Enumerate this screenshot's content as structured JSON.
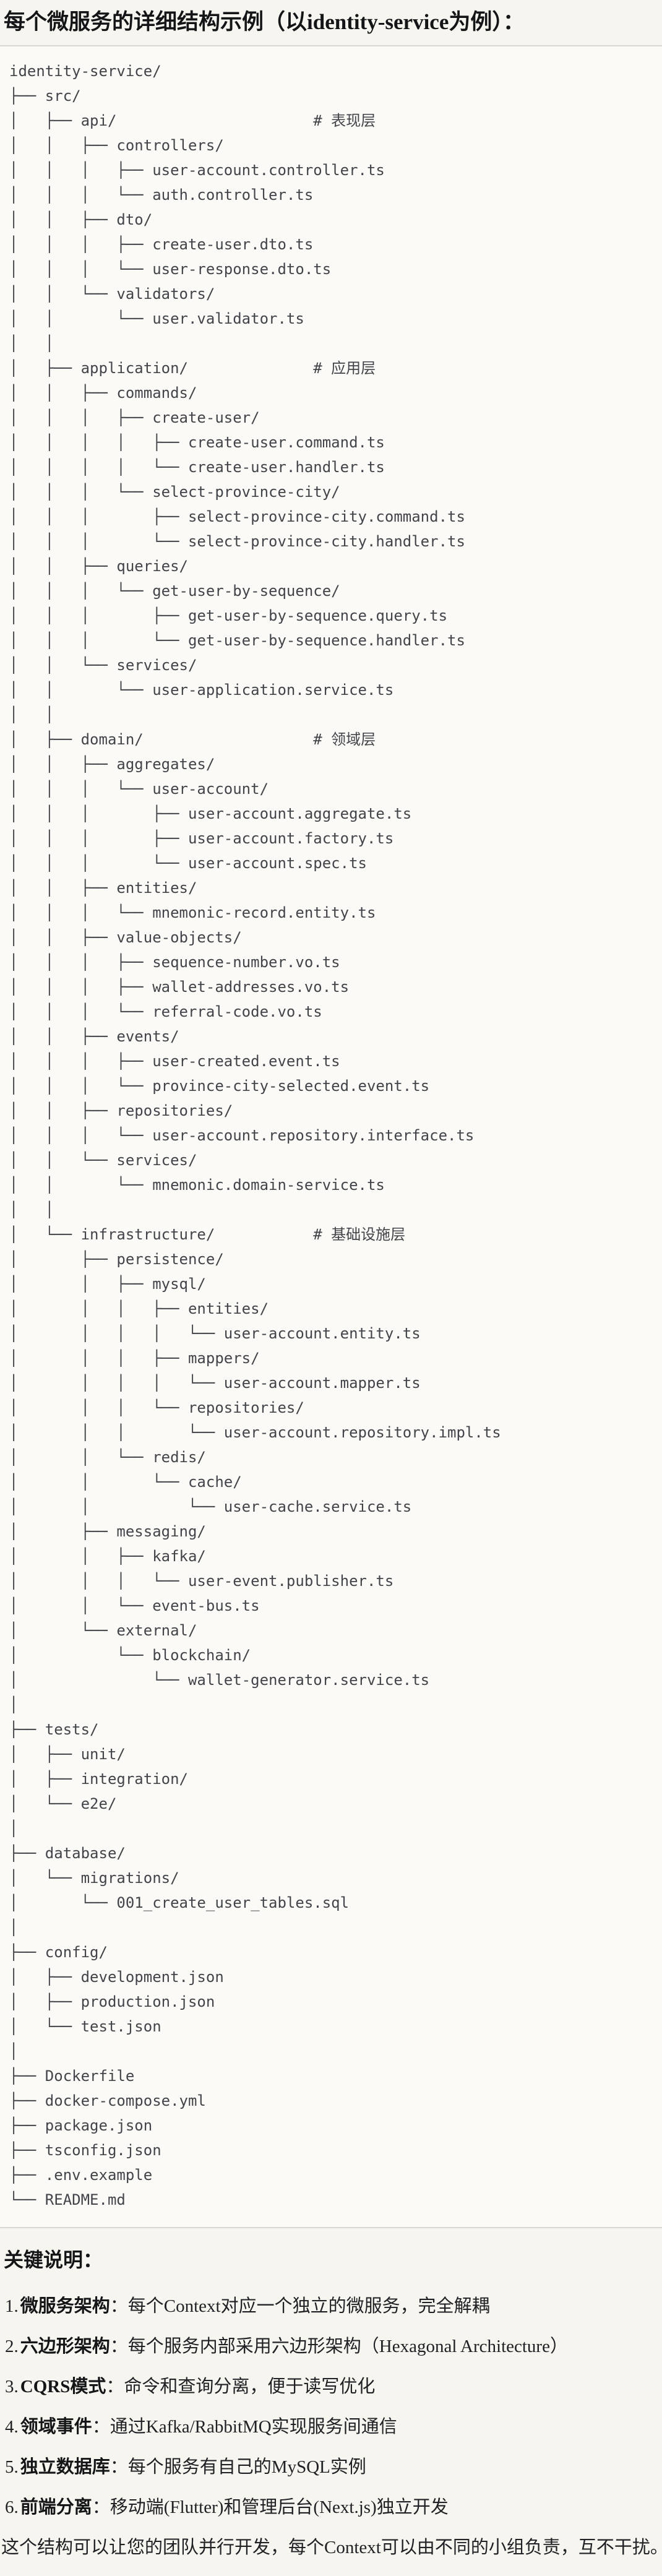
{
  "page": {
    "title": "每个微服务的详细结构示例（以identity-service为例）："
  },
  "tree": {
    "lines": [
      "identity-service/",
      "├── src/",
      "│   ├── api/                      # 表现层",
      "│   │   ├── controllers/",
      "│   │   │   ├── user-account.controller.ts",
      "│   │   │   └── auth.controller.ts",
      "│   │   ├── dto/",
      "│   │   │   ├── create-user.dto.ts",
      "│   │   │   └── user-response.dto.ts",
      "│   │   └── validators/",
      "│   │       └── user.validator.ts",
      "│   │",
      "│   ├── application/              # 应用层",
      "│   │   ├── commands/",
      "│   │   │   ├── create-user/",
      "│   │   │   │   ├── create-user.command.ts",
      "│   │   │   │   └── create-user.handler.ts",
      "│   │   │   └── select-province-city/",
      "│   │   │       ├── select-province-city.command.ts",
      "│   │   │       └── select-province-city.handler.ts",
      "│   │   ├── queries/",
      "│   │   │   └── get-user-by-sequence/",
      "│   │   │       ├── get-user-by-sequence.query.ts",
      "│   │   │       └── get-user-by-sequence.handler.ts",
      "│   │   └── services/",
      "│   │       └── user-application.service.ts",
      "│   │",
      "│   ├── domain/                   # 领域层",
      "│   │   ├── aggregates/",
      "│   │   │   └── user-account/",
      "│   │   │       ├── user-account.aggregate.ts",
      "│   │   │       ├── user-account.factory.ts",
      "│   │   │       └── user-account.spec.ts",
      "│   │   ├── entities/",
      "│   │   │   └── mnemonic-record.entity.ts",
      "│   │   ├── value-objects/",
      "│   │   │   ├── sequence-number.vo.ts",
      "│   │   │   ├── wallet-addresses.vo.ts",
      "│   │   │   └── referral-code.vo.ts",
      "│   │   ├── events/",
      "│   │   │   ├── user-created.event.ts",
      "│   │   │   └── province-city-selected.event.ts",
      "│   │   ├── repositories/",
      "│   │   │   └── user-account.repository.interface.ts",
      "│   │   └── services/",
      "│   │       └── mnemonic.domain-service.ts",
      "│   │",
      "│   └── infrastructure/           # 基础设施层",
      "│       ├── persistence/",
      "│       │   ├── mysql/",
      "│       │   │   ├── entities/",
      "│       │   │   │   └── user-account.entity.ts",
      "│       │   │   ├── mappers/",
      "│       │   │   │   └── user-account.mapper.ts",
      "│       │   │   └── repositories/",
      "│       │   │       └── user-account.repository.impl.ts",
      "│       │   └── redis/",
      "│       │       └── cache/",
      "│       │           └── user-cache.service.ts",
      "│       ├── messaging/",
      "│       │   ├── kafka/",
      "│       │   │   └── user-event.publisher.ts",
      "│       │   └── event-bus.ts",
      "│       └── external/",
      "│           └── blockchain/",
      "│               └── wallet-generator.service.ts",
      "│",
      "├── tests/",
      "│   ├── unit/",
      "│   ├── integration/",
      "│   └── e2e/",
      "│",
      "├── database/",
      "│   └── migrations/",
      "│       └── 001_create_user_tables.sql",
      "│",
      "├── config/",
      "│   ├── development.json",
      "│   ├── production.json",
      "│   └── test.json",
      "│",
      "├── Dockerfile",
      "├── docker-compose.yml",
      "├── package.json",
      "├── tsconfig.json",
      "├── .env.example",
      "└── README.md"
    ]
  },
  "notes": {
    "heading": "关键说明：",
    "items": [
      {
        "num": "1.",
        "label": "微服务架构",
        "sep": "：",
        "text": "每个Context对应一个独立的微服务，完全解耦"
      },
      {
        "num": "2.",
        "label": "六边形架构",
        "sep": "：",
        "text": "每个服务内部采用六边形架构（Hexagonal Architecture）"
      },
      {
        "num": "3.",
        "label": "CQRS模式",
        "sep": "：",
        "text": "命令和查询分离，便于读写优化"
      },
      {
        "num": "4.",
        "label": "领域事件",
        "sep": "：",
        "text": "通过Kafka/RabbitMQ实现服务间通信"
      },
      {
        "num": "5.",
        "label": "独立数据库",
        "sep": "：",
        "text": "每个服务有自己的MySQL实例"
      },
      {
        "num": "6.",
        "label": "前端分离",
        "sep": "：",
        "text": "移动端(Flutter)和管理后台(Next.js)独立开发"
      }
    ],
    "footer": "这个结构可以让您的团队并行开发，每个Context可以由不同的小组负责，互不干扰。"
  },
  "colors": {
    "page_background": "#f6f5f0",
    "code_background": "#fbfaf7",
    "code_border": "#d9d8d2",
    "tree_text": "#424449",
    "heading_text": "#141517",
    "body_text": "#202124"
  }
}
